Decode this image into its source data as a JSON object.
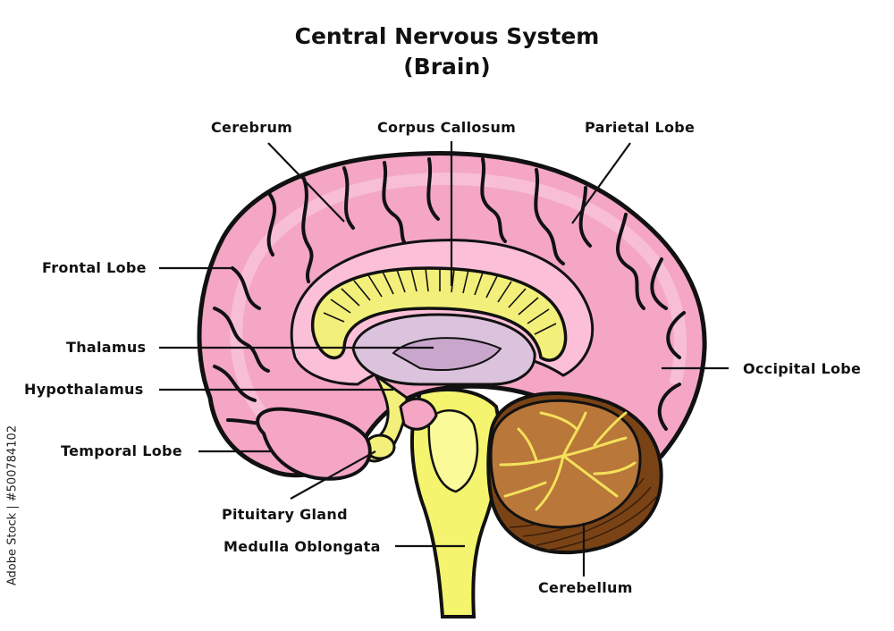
{
  "title": {
    "line1": "Central Nervous System",
    "line2": "(Brain)"
  },
  "labels": {
    "cerebrum": "Cerebrum",
    "corpus_callosum": "Corpus Callosum",
    "parietal_lobe": "Parietal Lobe",
    "frontal_lobe": "Frontal Lobe",
    "thalamus": "Thalamus",
    "hypothalamus": "Hypothalamus",
    "occipital_lobe": "Occipital Lobe",
    "temporal_lobe": "Temporal Lobe",
    "pituitary_gland": "Pituitary  Gland",
    "medulla_oblongata": "Medulla Oblongata",
    "cerebellum": "Cerebellum"
  },
  "watermark": {
    "stock_id": "Adobe Stock | #500784102"
  },
  "colors": {
    "cortex_pink": "#f4a6c4",
    "cortex_light": "#f9cfe0",
    "inner_pink": "#fbc0d8",
    "corpus_yellow": "#f2f07a",
    "brainstem_yellow": "#f4f46e",
    "thalamus_lilac": "#dcc3dd",
    "cerebellum_brown": "#b9773a",
    "cerebellum_dark": "#7a4316",
    "outline": "#111111"
  }
}
